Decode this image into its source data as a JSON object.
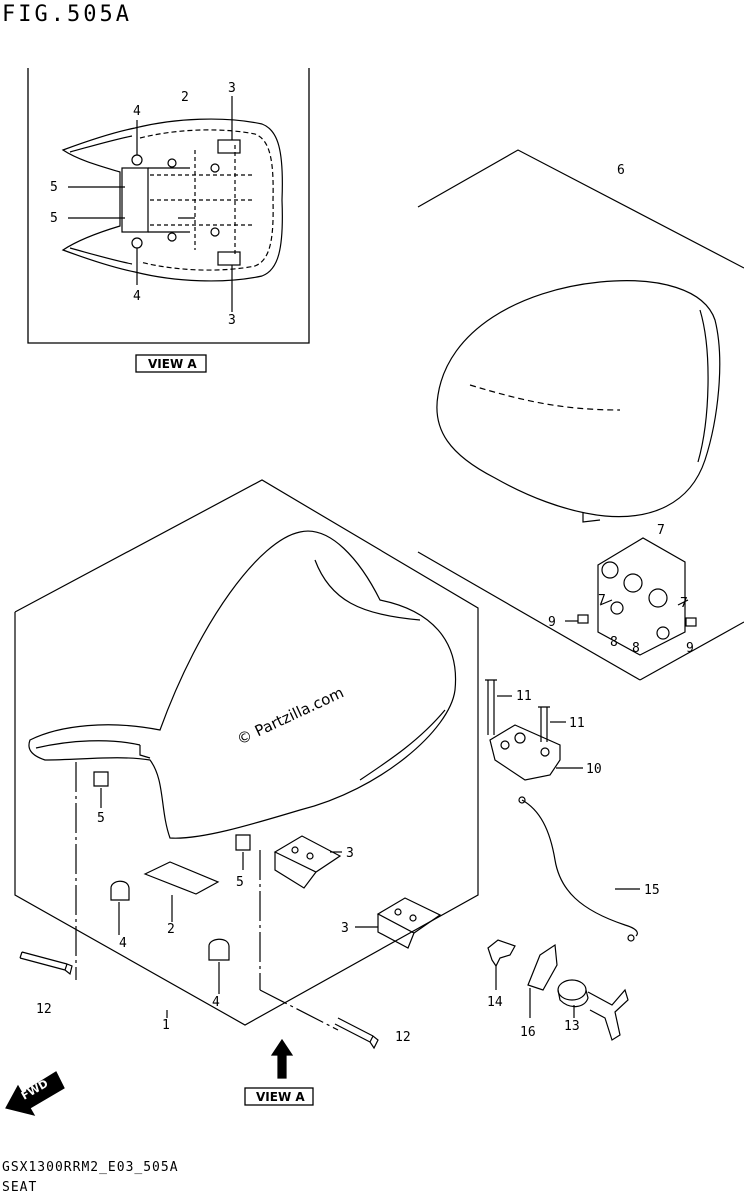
{
  "header": {
    "figure_title": "FIG.505A"
  },
  "footer": {
    "code": "GSX1300RRM2_E03_505A",
    "caption": "SEAT"
  },
  "view_a_inset_label": "VIEW A",
  "view_a_pointer_label": "VIEW A",
  "fwd_label": "FWD",
  "watermark": "© Partzilla.com",
  "callouts": {
    "c1": "1",
    "c2": "2",
    "c2b": "2",
    "c3a": "3",
    "c3b": "3",
    "c3c": "3",
    "c3d": "3",
    "c4a": "4",
    "c4b": "4",
    "c4c": "4",
    "c4d": "4",
    "c5a": "5",
    "c5b": "5",
    "c5c": "5",
    "c5d": "5",
    "c6": "6",
    "c7a": "7",
    "c7b": "7",
    "c7c": "7",
    "c8a": "8",
    "c8b": "8",
    "c9a": "9",
    "c9b": "9",
    "c10": "10",
    "c11a": "11",
    "c11b": "11",
    "c12a": "12",
    "c12b": "12",
    "c13": "13",
    "c14": "14",
    "c15": "15",
    "c16": "16"
  }
}
